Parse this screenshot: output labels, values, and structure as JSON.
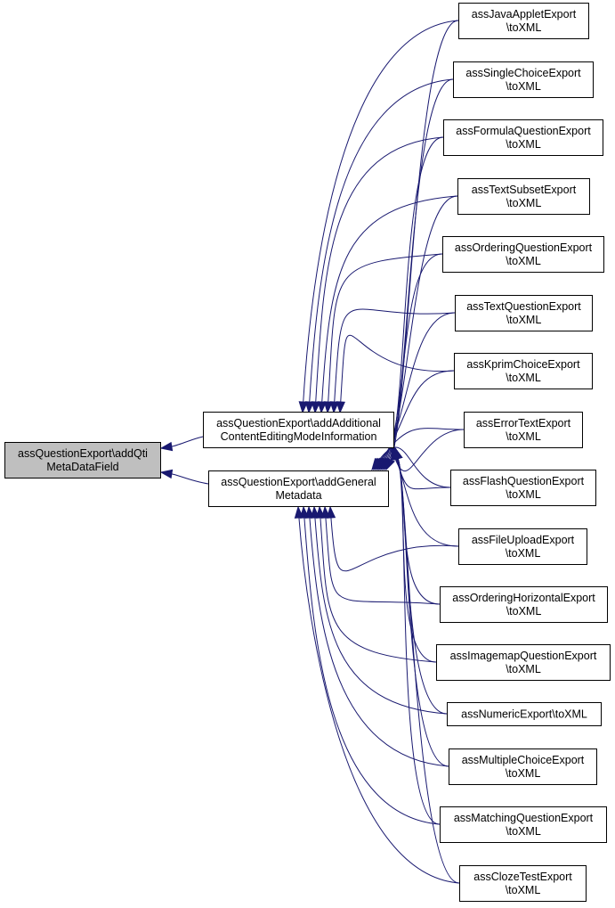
{
  "colors": {
    "edge": "#191970",
    "root_fill": "#bfbfbf",
    "node_fill": "#ffffff",
    "border": "#000000"
  },
  "nodes": {
    "root": {
      "lines": [
        "assQuestionExport\\addQti",
        "MetaDataField"
      ]
    },
    "mid_additional": {
      "lines": [
        "assQuestionExport\\addAdditional",
        "ContentEditingModeInformation"
      ]
    },
    "mid_general": {
      "lines": [
        "assQuestionExport\\addGeneral",
        "Metadata"
      ]
    },
    "leaves": [
      {
        "lines": [
          "assJavaAppletExport",
          "\\toXML"
        ]
      },
      {
        "lines": [
          "assSingleChoiceExport",
          "\\toXML"
        ]
      },
      {
        "lines": [
          "assFormulaQuestionExport",
          "\\toXML"
        ]
      },
      {
        "lines": [
          "assTextSubsetExport",
          "\\toXML"
        ]
      },
      {
        "lines": [
          "assOrderingQuestionExport",
          "\\toXML"
        ]
      },
      {
        "lines": [
          "assTextQuestionExport",
          "\\toXML"
        ]
      },
      {
        "lines": [
          "assKprimChoiceExport",
          "\\toXML"
        ]
      },
      {
        "lines": [
          "assErrorTextExport",
          "\\toXML"
        ]
      },
      {
        "lines": [
          "assFlashQuestionExport",
          "\\toXML"
        ]
      },
      {
        "lines": [
          "assFileUploadExport",
          "\\toXML"
        ]
      },
      {
        "lines": [
          "assOrderingHorizontalExport",
          "\\toXML"
        ]
      },
      {
        "lines": [
          "assImagemapQuestionExport",
          "\\toXML"
        ]
      },
      {
        "lines": [
          "assNumericExport\\toXML"
        ]
      },
      {
        "lines": [
          "assMultipleChoiceExport",
          "\\toXML"
        ]
      },
      {
        "lines": [
          "assMatchingQuestionExport",
          "\\toXML"
        ]
      },
      {
        "lines": [
          "assClozeTestExport",
          "\\toXML"
        ]
      }
    ]
  }
}
